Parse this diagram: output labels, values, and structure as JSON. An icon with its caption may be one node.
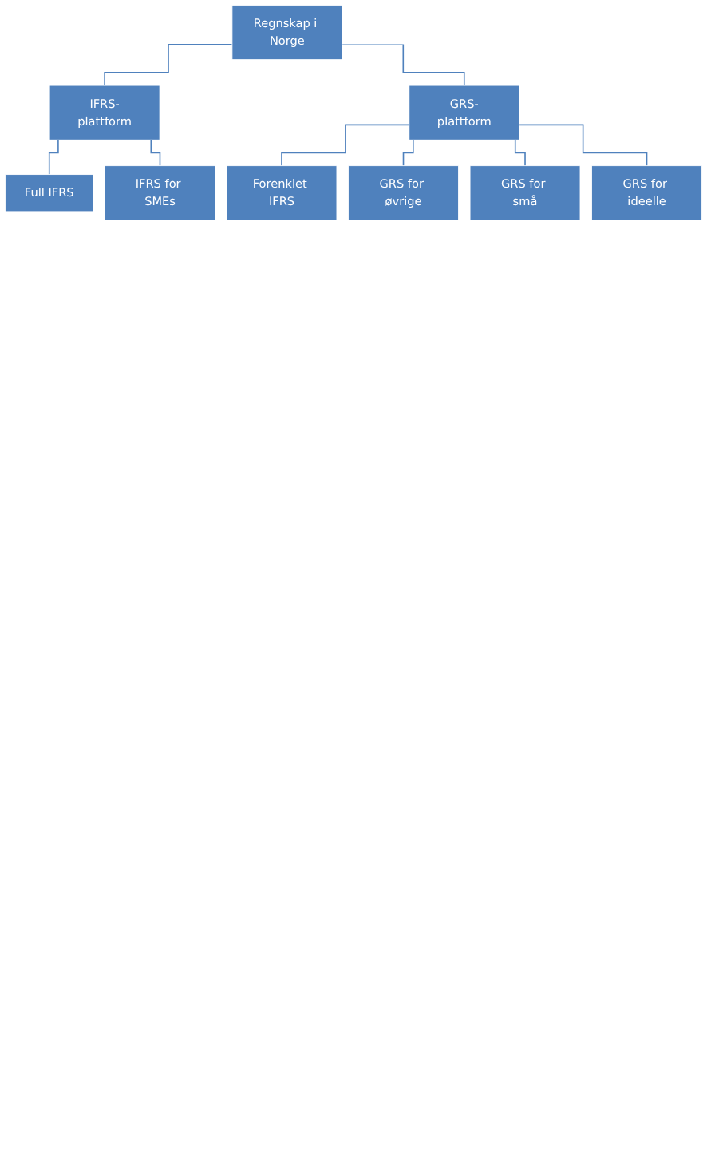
{
  "diagram": {
    "nodes": [
      {
        "text": [
          "Regnskap i Norge"
        ]
      },
      {
        "text": [
          "IFRS-plattform"
        ]
      },
      {
        "text": [
          "GRS-plattform"
        ]
      },
      {
        "text": [
          "Full IFRS"
        ]
      },
      {
        "text": [
          "IFRS for SMEs"
        ]
      },
      {
        "text": [
          "Forenklet IFRS"
        ]
      },
      {
        "text": [
          "GRS for øvrige"
        ]
      },
      {
        "text": [
          "GRS for små"
        ]
      },
      {
        "text": [
          "GRS for ideelle"
        ]
      }
    ],
    "edges": [
      {
        "from": 0,
        "to": 1,
        "arrow": "none"
      },
      {
        "from": 0,
        "to": 2,
        "arrow": "none"
      },
      {
        "from": 1,
        "to": 3,
        "arrow": "none"
      },
      {
        "from": 1,
        "to": 4,
        "arrow": "none"
      },
      {
        "from": 2,
        "to": 5,
        "arrow": "none"
      },
      {
        "from": 2,
        "to": 6,
        "arrow": "none"
      },
      {
        "from": 2,
        "to": 7,
        "arrow": "none"
      },
      {
        "from": 2,
        "to": 8,
        "arrow": "none"
      }
    ]
  }
}
